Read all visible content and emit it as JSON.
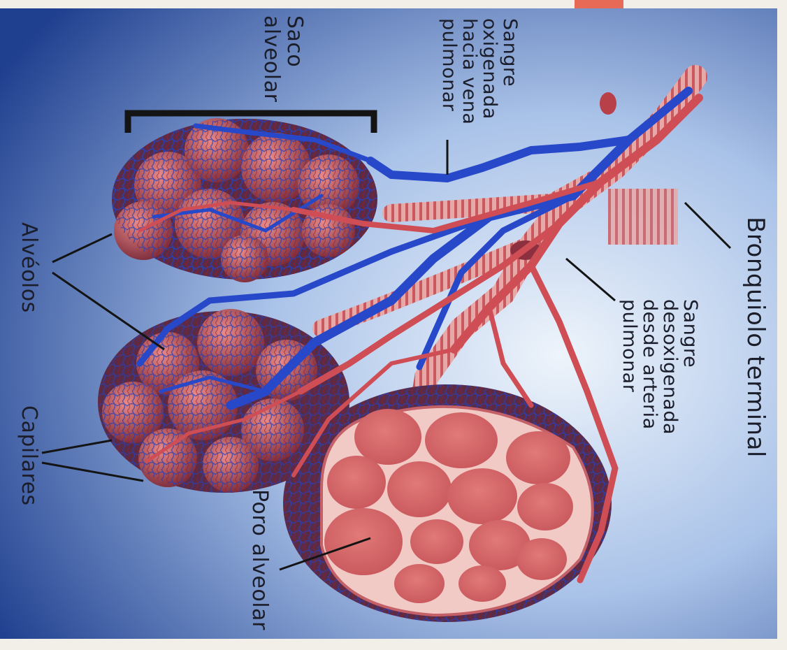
{
  "labels": {
    "saco_alveolar": [
      "Saco",
      "alveolar"
    ],
    "sangre_oxigenada": [
      "Sangre",
      "oxigenada",
      "hacia vena",
      "pulmonar"
    ],
    "bronquiolo_terminal": "Bronquiolo terminal",
    "sangre_desoxigenada": [
      "Sangre",
      "desoxigenada",
      "desde arteria",
      "pulmonar"
    ],
    "alveolos": "Alvéolos",
    "capilares": "Capilares",
    "poro_alveolar": "Poro alveolar"
  },
  "colors": {
    "background_dark": "#1f3f8f",
    "background_light": "#dfe9f5",
    "vein_blue": "#2748c9",
    "artery_red": "#cf4e55",
    "alveolus_pink": "#d66a6c",
    "text": "#1b1e2a"
  }
}
